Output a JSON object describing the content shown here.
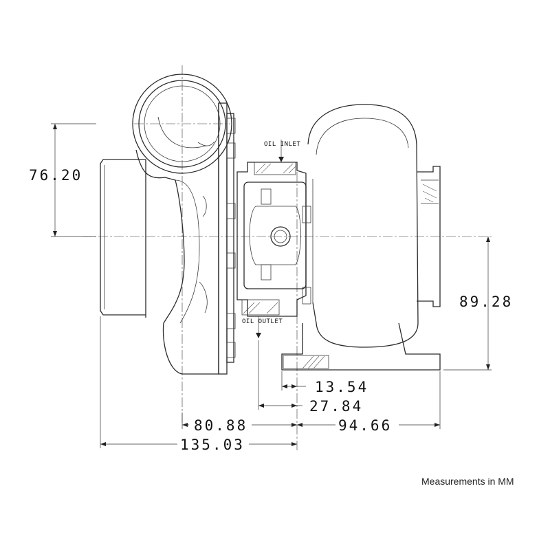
{
  "labels": {
    "oil_inlet": "OIL INLET",
    "oil_outlet": "OIL OUTLET",
    "note": "Measurements in MM"
  },
  "dimensions": {
    "height_upper": "76.20",
    "height_lower": "89.28",
    "offset_1": "13.54",
    "offset_2": "27.84",
    "offset_3": "80.88",
    "offset_4": "94.66",
    "overall": "135.03"
  }
}
